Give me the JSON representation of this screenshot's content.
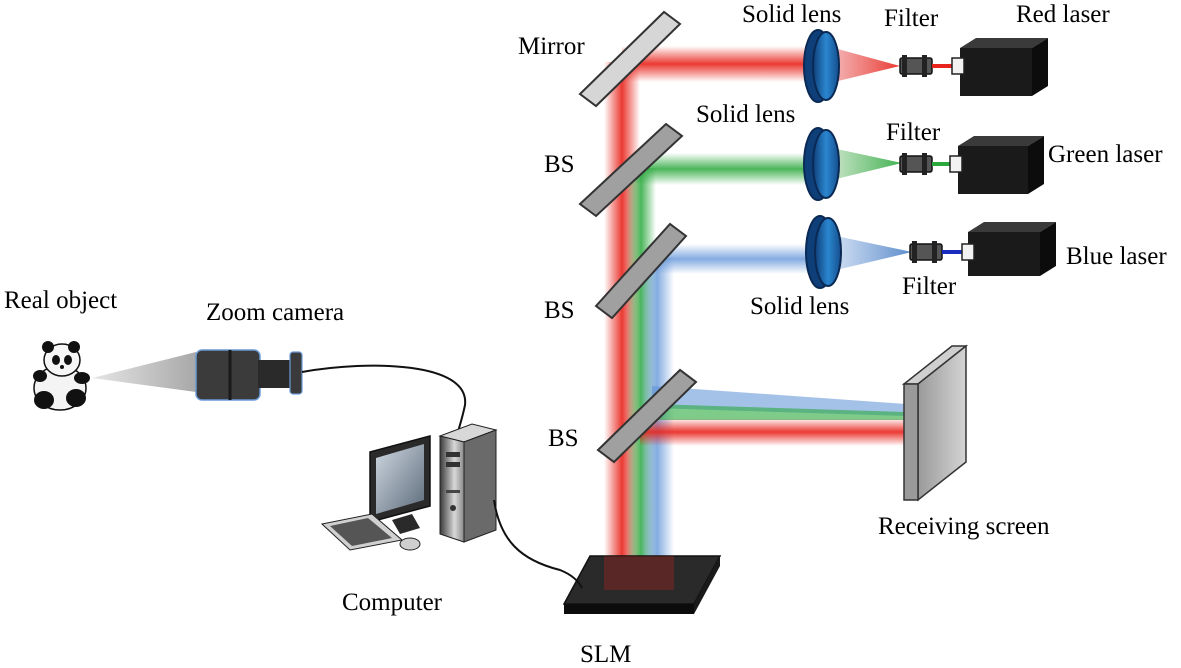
{
  "labels": {
    "mirror": "Mirror",
    "solid_lens_red": "Solid lens",
    "filter_red": "Filter",
    "red_laser": "Red laser",
    "solid_lens_green": "Solid lens",
    "filter_green": "Filter",
    "green_laser": "Green laser",
    "bs_1": "BS",
    "bs_2": "BS",
    "bs_3": "BS",
    "solid_lens_blue": "Solid lens",
    "filter_blue": "Filter",
    "blue_laser": "Blue laser",
    "real_object": "Real object",
    "zoom_camera": "Zoom camera",
    "computer": "Computer",
    "slm": "SLM",
    "receiving_screen": "Receiving screen"
  },
  "colors": {
    "red_beam": "#e8241c",
    "green_beam": "#2aa83c",
    "blue_beam": "#5a8fd6",
    "lens_blue": "#1e6fb8",
    "mirror_gray": "#b4b4b4",
    "device_black": "#1a1a1a"
  }
}
